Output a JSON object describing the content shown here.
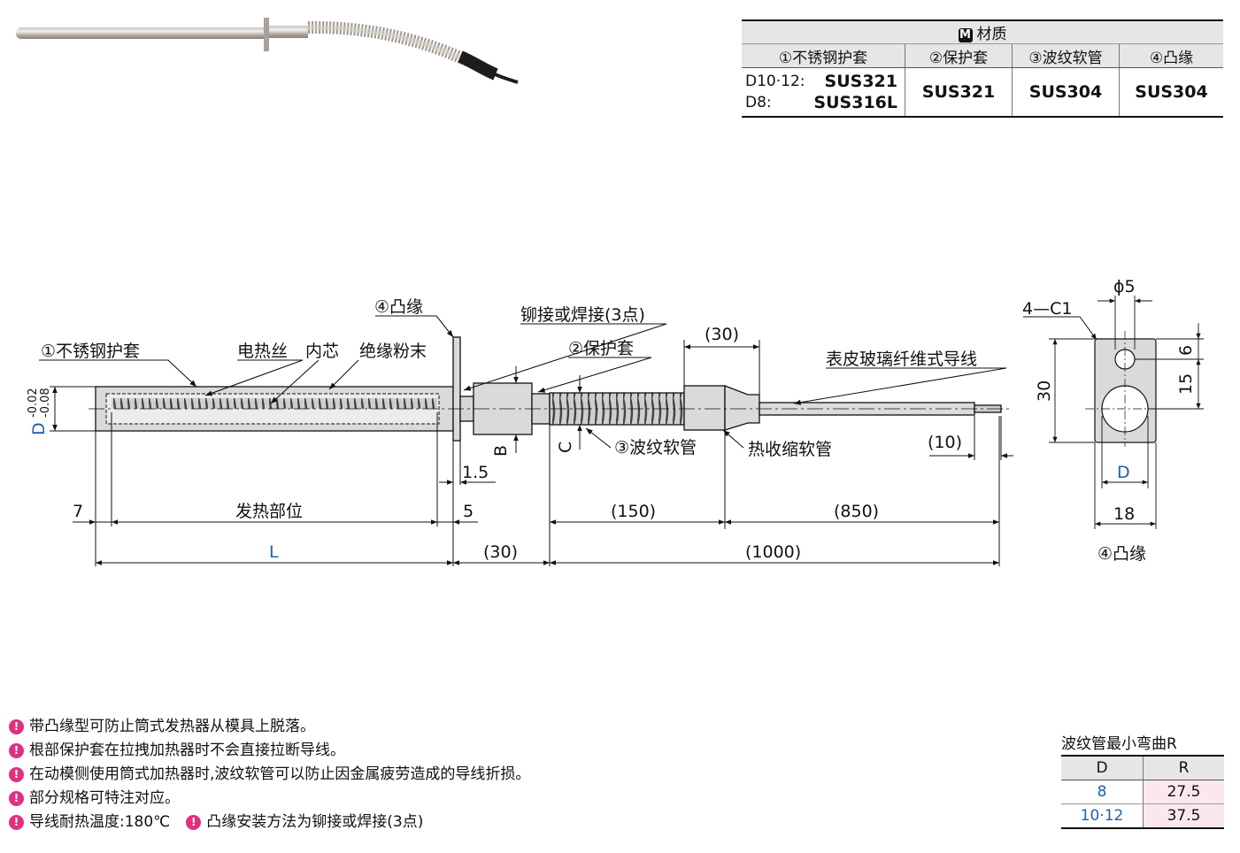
{
  "materials": {
    "badge": "M",
    "title": "材质",
    "columns": [
      "①不锈钢护套",
      "②保护套",
      "③波纹软管",
      "④凸缘"
    ],
    "col1_line1_label": "D10·12:",
    "col1_line1_value": "SUS321",
    "col1_line2_label": "D8:",
    "col1_line2_value": "SUS316L",
    "col2_value": "SUS321",
    "col3_value": "SUS304",
    "col4_value": "SUS304"
  },
  "labels": {
    "sheath": "①不锈钢护套",
    "heating_wire": "电热丝",
    "inner_core": "内芯",
    "insulation_powder": "绝缘粉末",
    "flange": "④凸缘",
    "rivet_weld": "铆接或焊接(3点)",
    "protective_sleeve": "②保护套",
    "dim_30_top": "(30)",
    "lead_wire": "表皮玻璃纤维式导线",
    "corrugated_hose": "③波纹软管",
    "heat_shrink": "热收缩软管",
    "dim_10": "(10)",
    "dim_B": "B",
    "dim_C": "C",
    "dim_1_5": "1.5",
    "dim_7": "7",
    "heating_zone": "发热部位",
    "dim_5": "5",
    "dim_150": "(150)",
    "dim_850": "(850)",
    "dim_L": "L",
    "dim_30_bottom": "(30)",
    "dim_1000": "(1000)",
    "dim_D": "D",
    "tol_upper": "-0.02",
    "tol_lower": "-0.08"
  },
  "flange_view": {
    "phi": "ϕ5",
    "chamfer": "4—C1",
    "dim_6": "6",
    "dim_15": "15",
    "dim_30": "30",
    "dim_D": "D",
    "dim_18": "18",
    "caption": "④凸缘"
  },
  "notes": [
    "带凸缘型可防止筒式发热器从模具上脱落。",
    "根部保护套在拉拽加热器时不会直接拉断导线。",
    "在动模侧使用筒式加热器时,波纹软管可以防止因金属疲劳造成的导线折损。",
    "部分规格可特注对应。",
    "导线耐热温度:180℃",
    "凸缘安装方法为铆接或焊接(3点)"
  ],
  "bend_table": {
    "title": "波纹管最小弯曲R",
    "headers": [
      "D",
      "R"
    ],
    "rows": [
      {
        "d": "8",
        "r": "27.5"
      },
      {
        "d": "10·12",
        "r": "37.5"
      }
    ]
  },
  "colors": {
    "dimension_blue": "#1f5fa8",
    "bullet_pink": "#e0307e",
    "table_header_gray": "#e6e6e6",
    "r_cell_pink": "#fbe8ef"
  }
}
